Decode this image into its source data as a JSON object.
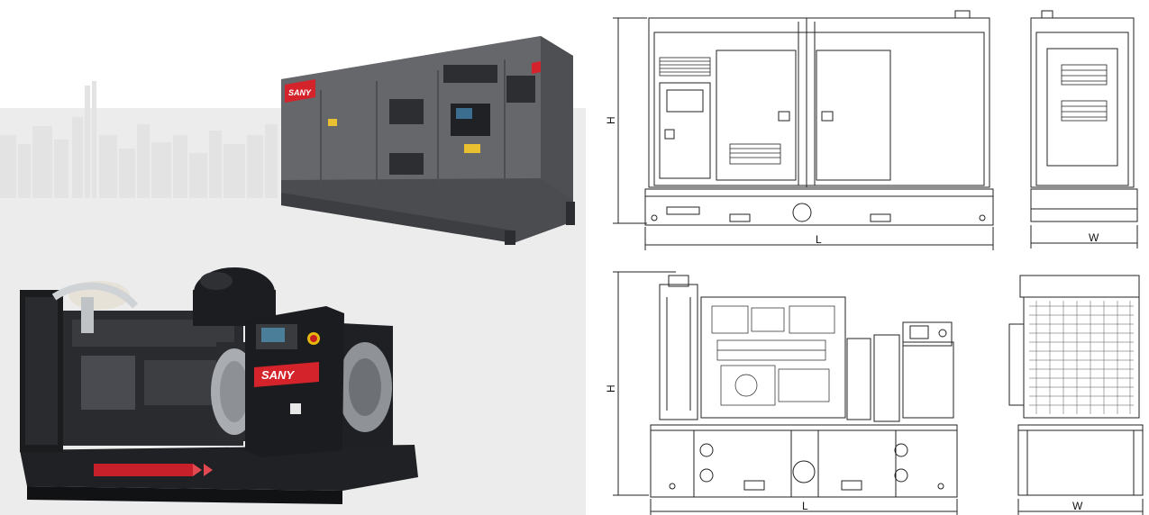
{
  "products": [
    {
      "name": "silent-canopy-generator",
      "brand": "SANY"
    },
    {
      "name": "open-frame-generator",
      "brand": "SANY"
    }
  ],
  "drawings": {
    "silent": {
      "front_view": {
        "height_label": "H",
        "length_label": "L"
      },
      "side_view": {
        "width_label": "W"
      }
    },
    "open": {
      "front_view": {
        "height_label": "H",
        "length_label": "L"
      },
      "side_view": {
        "width_label": "W"
      }
    }
  },
  "colors": {
    "canopy_grey": "#5d5f63",
    "frame_black": "#1e1f21",
    "brand_red": "#d4232b",
    "background_grey": "#ececec"
  }
}
